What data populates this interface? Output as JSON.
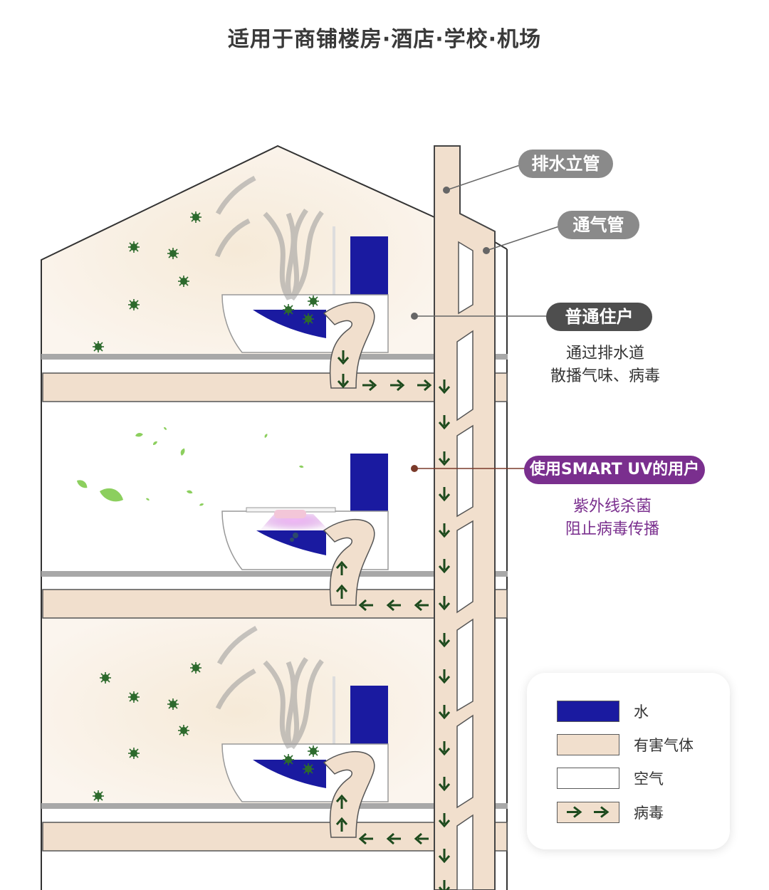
{
  "title": "适用于商铺楼房·酒店·学校·机场",
  "callouts": {
    "drain_pipe": "排水立管",
    "vent_pipe": "通气管",
    "normal_household": "普通住户",
    "normal_desc_line1": "通过排水道",
    "normal_desc_line2": "散播气味、病毒",
    "smart_uv_user": "使用SMART UV的用户",
    "uv_desc_line1": "紫外线杀菌",
    "uv_desc_line2": "阻止病毒传播"
  },
  "legend": {
    "water": "水",
    "harmful_gas": "有害气体",
    "air": "空气",
    "virus": "病毒"
  },
  "colors": {
    "water": "#1a1aa0",
    "harmful_gas": "#f1dfcd",
    "air": "#ffffff",
    "virus_arrow": "#1d4a1d",
    "uv_purple": "#7a2f8e",
    "floor_gray": "#a8a8a8"
  }
}
